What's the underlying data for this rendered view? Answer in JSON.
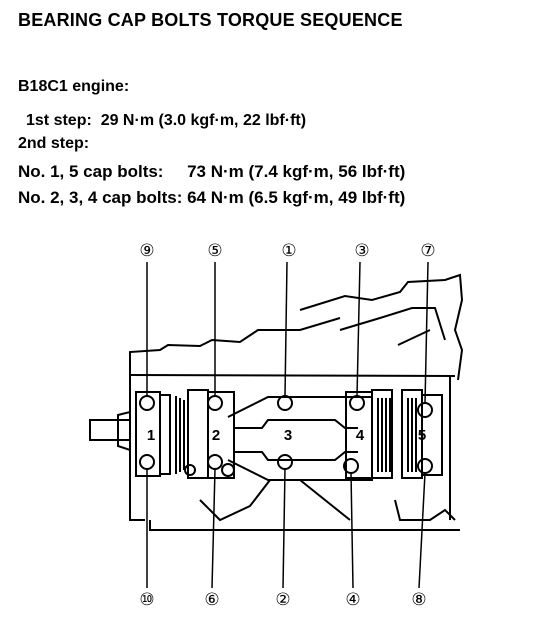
{
  "title": "BEARING CAP BOLTS TORQUE SEQUENCE",
  "engine": "B18C1 engine:",
  "step1": "1st step:  29 N·m (3.0 kgf·m, 22 lbf·ft)",
  "step2": "2nd step:",
  "caps15": "No. 1, 5 cap bolts:     73 N·m (7.4 kgf·m, 56 lbf·ft)",
  "caps234": "No. 2, 3, 4 cap bolts: 64 N·m (6.5 kgf·m, 49 lbf·ft)",
  "diagram": {
    "top_callouts": [
      "⑨",
      "⑤",
      "①",
      "③",
      "⑦"
    ],
    "bottom_callouts": [
      "⑩",
      "⑥",
      "②",
      "④",
      "⑧"
    ],
    "cap_numbers": [
      "1",
      "2",
      "3",
      "4",
      "5"
    ]
  }
}
